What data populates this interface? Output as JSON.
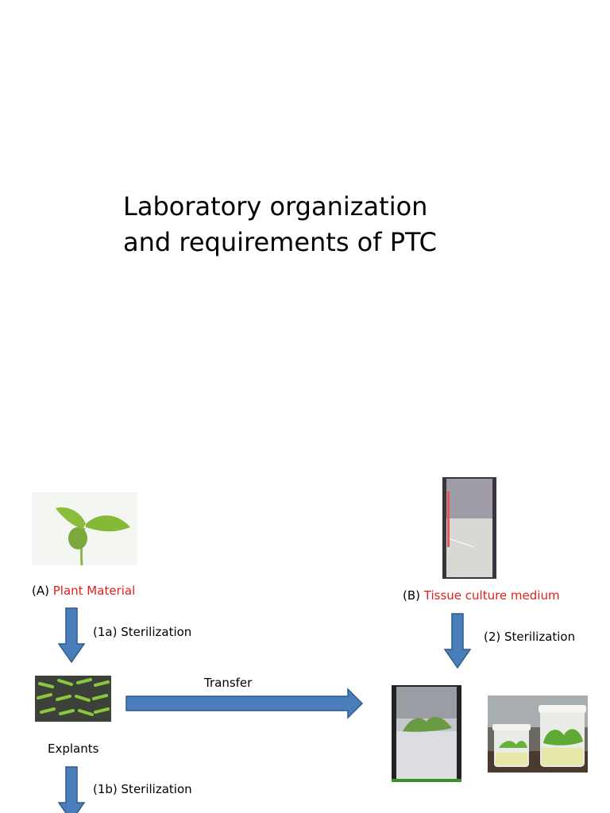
{
  "title": {
    "line1": "Laboratory organization",
    "line2": "and requirements of PTC"
  },
  "diagram": {
    "plant_prefix": "(A)",
    "plant_label": "Plant Material",
    "medium_prefix": "(B)",
    "medium_label": "Tissue culture medium",
    "step_1a": "(1a) Sterilization",
    "step_2": "(2) Sterilization",
    "step_1b": "(1b) Sterilization",
    "transfer": "Transfer",
    "explants": "Explants",
    "colors": {
      "arrow_fill": "#4a7ebb",
      "arrow_stroke": "#2f5a8c",
      "highlight_text": "#e0201c"
    }
  }
}
